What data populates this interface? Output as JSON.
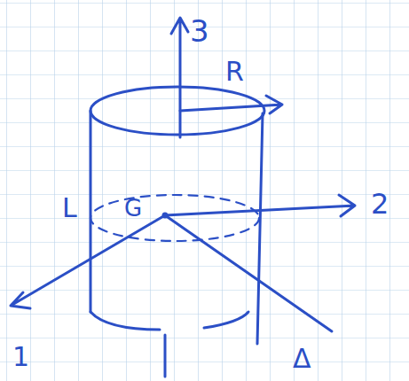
{
  "diagram": {
    "labels": [
      "3",
      "R",
      "L",
      "G",
      "2",
      "1",
      "Δ"
    ]
  }
}
